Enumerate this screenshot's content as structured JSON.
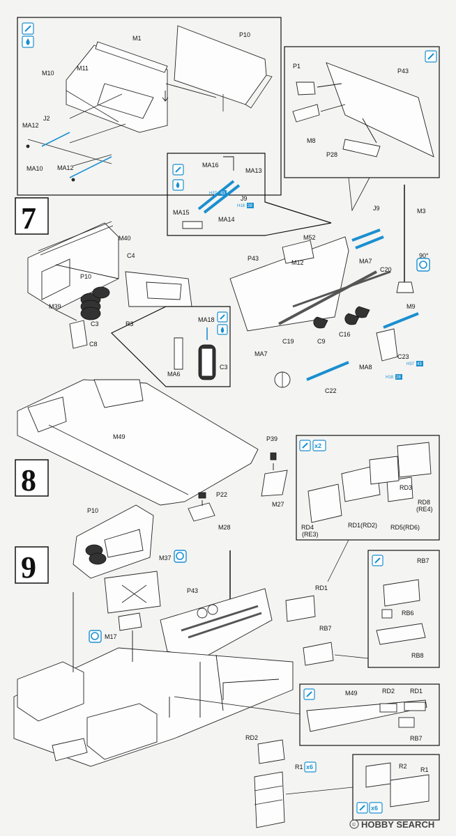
{
  "steps": {
    "s7": "7",
    "s8": "8",
    "s9": "9"
  },
  "labels": {
    "M1": "M1",
    "P10": "P10",
    "M11": "M11",
    "M10": "M10",
    "MA12": "MA12",
    "J2": "J2",
    "MA10": "MA10",
    "MA12b": "MA12",
    "P1": "P1",
    "P43": "P43",
    "M8": "M8",
    "P28": "P28",
    "MA16": "MA16",
    "MA13": "MA13",
    "J9": "J9",
    "MA15": "MA15",
    "MA14": "MA14",
    "M40": "M40",
    "C4": "C4",
    "P10b": "P10",
    "M39": "M39",
    "C3": "C3",
    "R3": "R3",
    "C8": "C8",
    "MA18": "MA18",
    "MA6": "MA6",
    "C3b": "C3",
    "J9b": "J9",
    "M3": "M3",
    "M52": "M52",
    "P43b": "P43",
    "MA7": "MA7",
    "C20": "C20",
    "M12": "M12",
    "deg": "90°",
    "M9": "M9",
    "C19": "C19",
    "C9": "C9",
    "C16": "C16",
    "C23": "C23",
    "MA7b": "MA7",
    "MA8": "MA8",
    "C22": "C22",
    "M49": "M49",
    "P39": "P39",
    "M27": "M27",
    "P22": "P22",
    "M28": "M28",
    "RD3": "RD3",
    "RD8": "RD8",
    "RE4": "(RE4)",
    "RD4": "RD4",
    "RE3": "(RE3)",
    "RD1RD2": "RD1(RD2)",
    "RD5RD6": "RD5(RD6)",
    "x2": "x2",
    "P10c": "P10",
    "M37": "M37",
    "M17": "M17",
    "P43c": "P43",
    "RD1": "RD1",
    "RB7": "RB7",
    "RB7b": "RB7",
    "RB6": "RB6",
    "RB8": "RB8",
    "M49b": "M49",
    "RD2": "RD2",
    "RD1b": "RD1",
    "RB7c": "RB7",
    "RD2b": "RD2",
    "R1": "R1",
    "x6": "x6",
    "R2": "R2",
    "R1b": "R1",
    "x6b": "x6"
  },
  "badges": {
    "h37": "H37",
    "n43": "43",
    "h18": "H18",
    "n28": "28",
    "h37b": "H37",
    "n43b": "43",
    "h18b": "H18",
    "n28b": "28"
  },
  "watermark": {
    "brand": "HOBBY SEARCH",
    "sub": "© "
  },
  "colors": {
    "accent": "#1a8fd0",
    "ink": "#111111",
    "paper": "#f4f4f2"
  },
  "icons": [
    "glue-icon",
    "paint-drop-icon",
    "rotate-icon"
  ]
}
